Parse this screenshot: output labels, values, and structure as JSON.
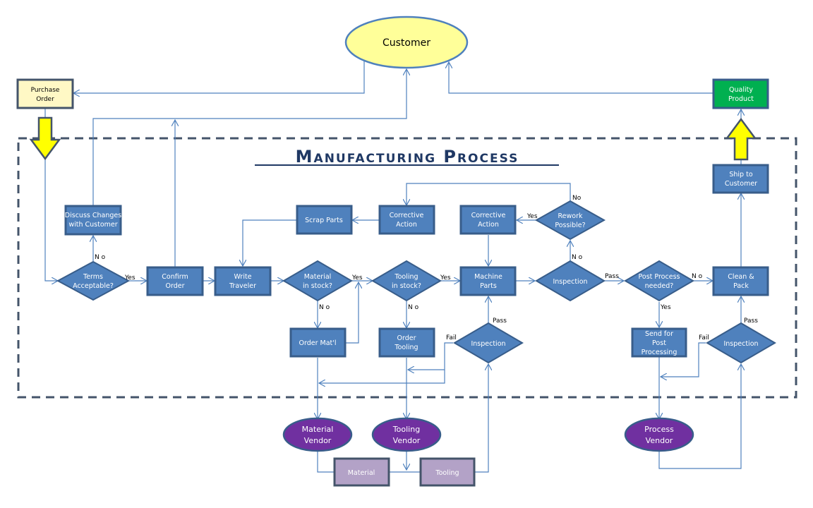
{
  "title": "Manufacturing Process",
  "colors": {
    "process_fill": "#4f81bd",
    "process_border": "#385d8a",
    "line": "#4f81bd",
    "customer_fill": "#ffff99",
    "purchase_order_fill": "#fff8c5",
    "quality_product_fill": "#00b050",
    "vendor_fill": "#7030a0",
    "material_box_fill": "#b3a2c7",
    "arrow_fill": "#ffff00",
    "boundary": "#44546a",
    "title": "#1f3864"
  },
  "nodes": {
    "customer": "Customer",
    "purchase_order": [
      "Purchase",
      "Order"
    ],
    "quality_product": [
      "Quality",
      "Product"
    ],
    "ship_to_customer": [
      "Ship to",
      "Customer"
    ],
    "discuss_changes": [
      "Discuss Changes",
      "with Customer"
    ],
    "terms_acceptable": [
      "Terms",
      "Acceptable?"
    ],
    "confirm_order": [
      "Confirm",
      "Order"
    ],
    "write_traveler": [
      "Write",
      "Traveler"
    ],
    "material_in_stock": [
      "Material",
      "in stock?"
    ],
    "tooling_in_stock": [
      "Tooling",
      "in stock?"
    ],
    "machine_parts": [
      "Machine",
      "Parts"
    ],
    "inspection_main": "Inspection",
    "post_process_needed": [
      "Post Process",
      "needed?"
    ],
    "clean_pack": [
      "Clean &",
      "Pack"
    ],
    "scrap_parts": "Scrap Parts",
    "corrective_action_1": [
      "Corrective",
      "Action"
    ],
    "corrective_action_2": [
      "Corrective",
      "Action"
    ],
    "rework_possible": [
      "Rework",
      "Possible?"
    ],
    "order_material": "Order Mat'l",
    "order_tooling": [
      "Order",
      "Tooling"
    ],
    "inspection_incoming": "Inspection",
    "send_post_processing": [
      "Send for",
      "Post",
      "Processing"
    ],
    "inspection_post": "Inspection",
    "material_vendor": [
      "Material",
      "Vendor"
    ],
    "tooling_vendor": [
      "Tooling",
      "Vendor"
    ],
    "process_vendor": [
      "Process",
      "Vendor"
    ],
    "material": "Material",
    "tooling": "Tooling"
  },
  "edge_labels": {
    "terms_no": "N o",
    "terms_yes": "Yes",
    "material_yes": "Yes",
    "material_no": "N o",
    "tooling_yes": "Yes",
    "tooling_no": "N o",
    "rework_no": "No",
    "rework_yes": "Yes",
    "inspection_main_no": "N o",
    "inspection_main_pass": "Pass",
    "post_no": "N o",
    "post_yes": "Yes",
    "incoming_pass": "Pass",
    "incoming_fail": "Fail",
    "post_insp_pass": "Pass",
    "post_insp_fail": "Fail"
  }
}
